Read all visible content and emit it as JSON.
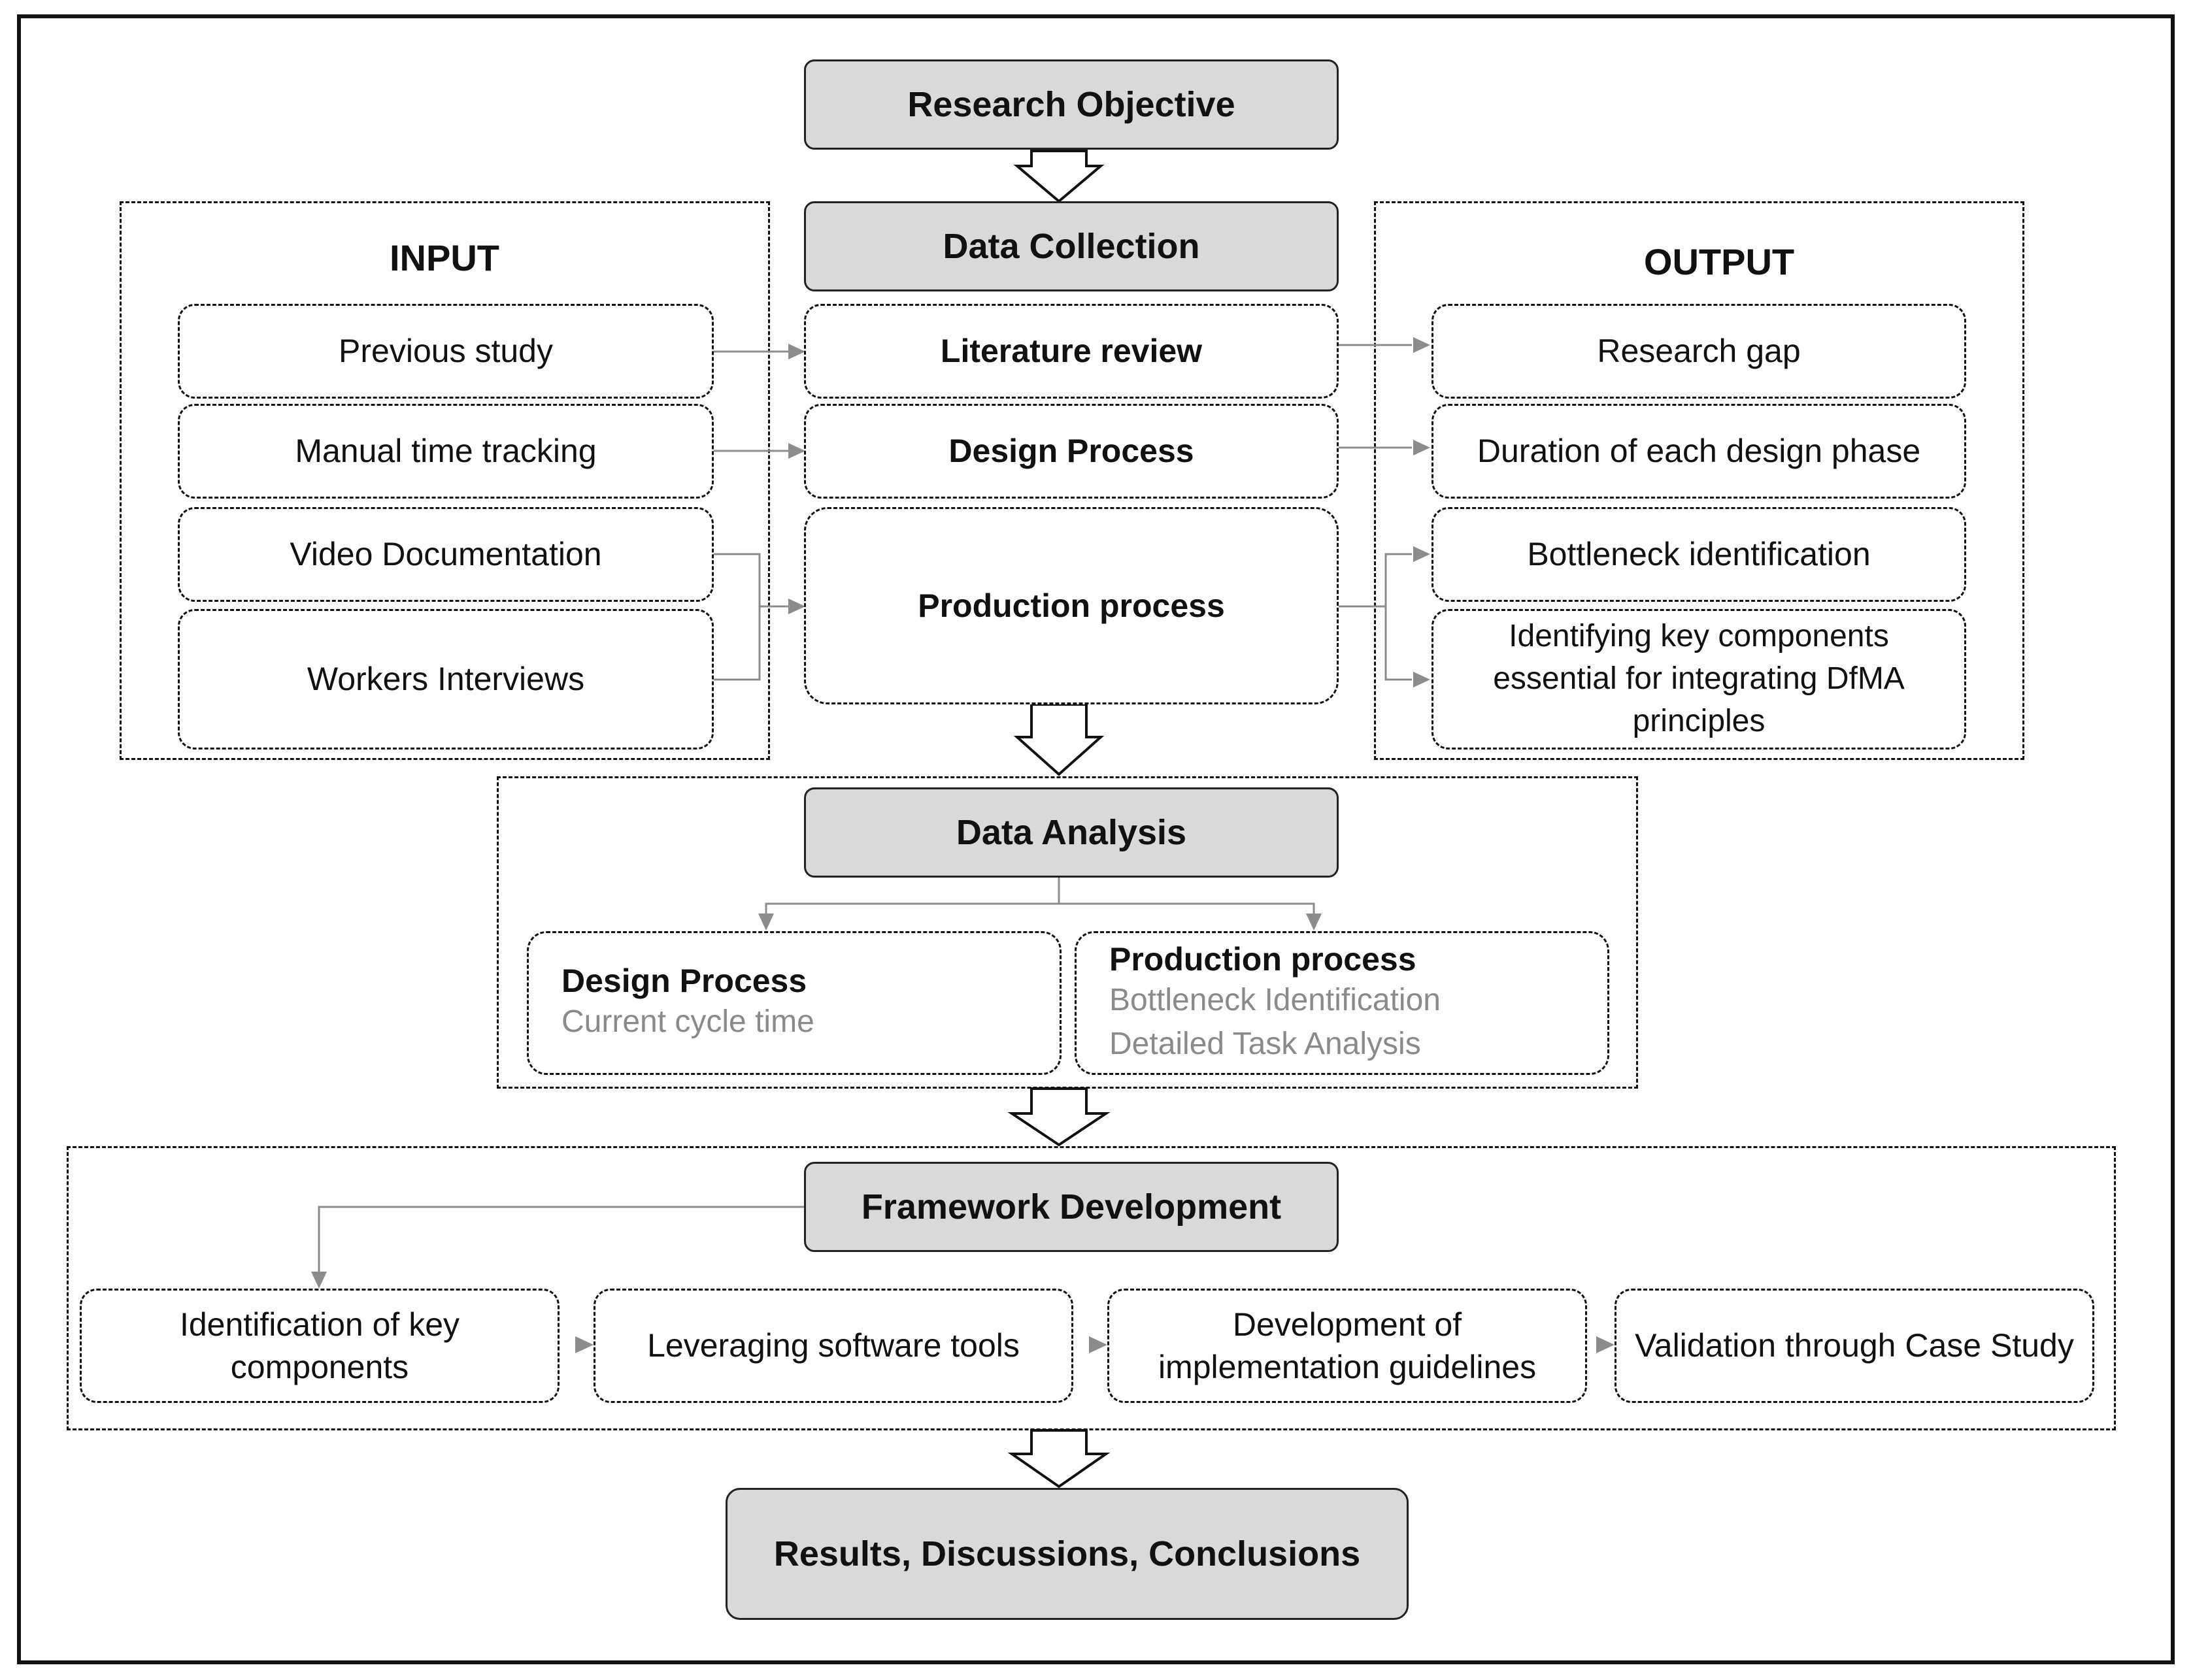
{
  "diagram": {
    "research_objective": "Research Objective",
    "data_collection": "Data Collection",
    "input": {
      "heading": "INPUT",
      "items": [
        "Previous study",
        "Manual time tracking",
        "Video Documentation",
        "Workers Interviews"
      ]
    },
    "collection": {
      "items": [
        "Literature review",
        "Design Process",
        "Production process"
      ]
    },
    "output": {
      "heading": "OUTPUT",
      "items": [
        "Research gap",
        "Duration of each design phase",
        "Bottleneck identification",
        "Identifying  key components essential for integrating DfMA principles"
      ]
    },
    "data_analysis": {
      "title": "Data Analysis",
      "design": {
        "title": "Design Process",
        "lines": [
          "Current cycle time"
        ]
      },
      "production": {
        "title": "Production process",
        "lines": [
          "Bottleneck Identification",
          "Detailed Task Analysis"
        ]
      }
    },
    "framework": {
      "title": "Framework Development",
      "steps": [
        "Identification of key components",
        "Leveraging software tools",
        "Development of implementation guidelines",
        "Validation through Case Study"
      ]
    },
    "results": "Results, Discussions, Conclusions"
  },
  "colors": {
    "box_fill": "#d9d9d9",
    "connector": "#8c8c8c",
    "subtext": "#8a8a8a"
  }
}
